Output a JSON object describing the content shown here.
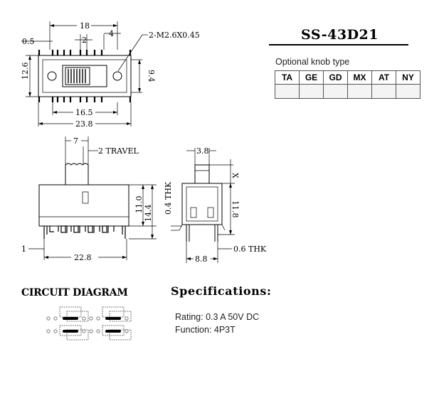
{
  "model": "SS-43D21",
  "knob": {
    "label": "Optional knob type",
    "types": [
      "TA",
      "GE",
      "GD",
      "MX",
      "AT",
      "NY"
    ]
  },
  "top_view": {
    "dims": {
      "overall_pin": "18",
      "pitch": "2",
      "offset": "4",
      "edge": "0.5",
      "height": "12.6",
      "inner_height": "9.4",
      "pins_span": "16.5",
      "body_length": "23.8"
    },
    "screw_note": "2-M2.6X0.45"
  },
  "side_view": {
    "dims": {
      "knob_width": "7",
      "travel": "2 TRAVEL",
      "height_a": "11.0",
      "height_b": "14.4",
      "bottom_offset": "1",
      "pin_length": "22.8"
    }
  },
  "end_view": {
    "dims": {
      "width": "3.8",
      "x_label": "X",
      "sheet_thk": "0.4 THK",
      "height": "11.8",
      "pin_span": "8.8",
      "pin_thk": "0.6 THK"
    }
  },
  "circuit": {
    "title": "CIRCUIT DIAGRAM"
  },
  "specs": {
    "title": "Specifications:",
    "rating": "Rating: 0.3 A 50V DC",
    "function": "Function: 4P3T"
  }
}
